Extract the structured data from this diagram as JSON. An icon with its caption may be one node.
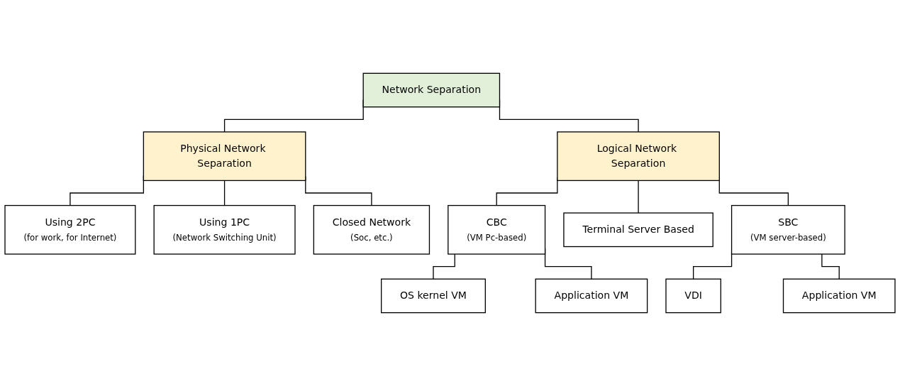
{
  "diagram": {
    "nodes": [
      {
        "text": [
          "Network Separation"
        ]
      },
      {
        "text": [
          "Physical Network Separation"
        ]
      },
      {
        "text": [
          "Logical Network Separation"
        ]
      },
      {
        "text": [
          "Using 2PC",
          "(for work, for Internet)"
        ]
      },
      {
        "text": [
          "Using 1PC",
          "(Network Switching Unit)"
        ]
      },
      {
        "text": [
          "Closed Network",
          "(Soc, etc.)"
        ]
      },
      {
        "text": [
          "CBC",
          "(VM Pc-based)"
        ]
      },
      {
        "text": [
          "Terminal Server Based"
        ]
      },
      {
        "text": [
          "SBC",
          "(VM server-based)"
        ]
      },
      {
        "text": [
          "OS kernel VM"
        ]
      },
      {
        "text": [
          "Application VM"
        ]
      },
      {
        "text": [
          "VDI"
        ]
      },
      {
        "text": [
          "Application VM"
        ]
      }
    ],
    "edges": [
      {
        "from": 0,
        "to": 1,
        "arrow": "none"
      },
      {
        "from": 0,
        "to": 2,
        "arrow": "none"
      },
      {
        "from": 1,
        "to": 3,
        "arrow": "none"
      },
      {
        "from": 1,
        "to": 4,
        "arrow": "none"
      },
      {
        "from": 1,
        "to": 5,
        "arrow": "none"
      },
      {
        "from": 2,
        "to": 6,
        "arrow": "none"
      },
      {
        "from": 2,
        "to": 7,
        "arrow": "none"
      },
      {
        "from": 2,
        "to": 8,
        "arrow": "none"
      },
      {
        "from": 6,
        "to": 9,
        "arrow": "none"
      },
      {
        "from": 6,
        "to": 10,
        "arrow": "none"
      },
      {
        "from": 8,
        "to": 11,
        "arrow": "none"
      },
      {
        "from": 8,
        "to": 12,
        "arrow": "none"
      }
    ]
  }
}
